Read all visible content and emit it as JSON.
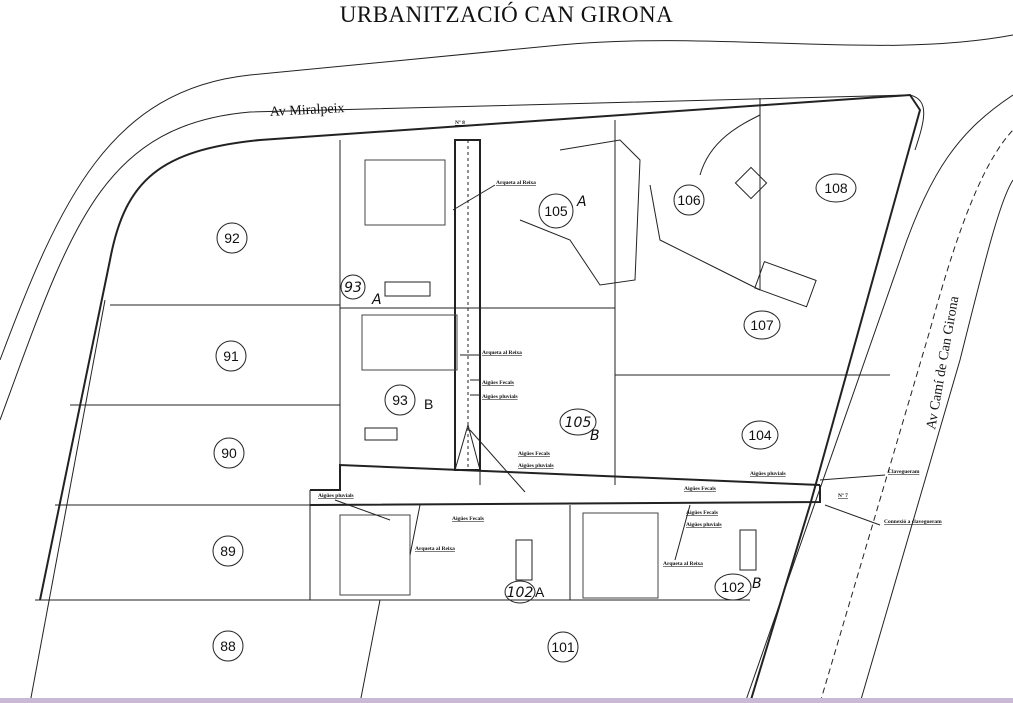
{
  "title": "URBANITZACIÓ CAN GIRONA",
  "streets": {
    "north": "Av Miralpeix",
    "east": "Av Camí de Can Girona"
  },
  "lots": [
    {
      "id": "92",
      "suffix": ""
    },
    {
      "id": "91",
      "suffix": ""
    },
    {
      "id": "90",
      "suffix": ""
    },
    {
      "id": "89",
      "suffix": ""
    },
    {
      "id": "88",
      "suffix": ""
    },
    {
      "id": "93",
      "suffix": "A"
    },
    {
      "id": "93",
      "suffix": "B"
    },
    {
      "id": "105",
      "suffix": "A"
    },
    {
      "id": "105",
      "suffix": "B"
    },
    {
      "id": "106",
      "suffix": ""
    },
    {
      "id": "108",
      "suffix": ""
    },
    {
      "id": "107",
      "suffix": ""
    },
    {
      "id": "104",
      "suffix": ""
    },
    {
      "id": "102",
      "suffix": "A"
    },
    {
      "id": "102",
      "suffix": "B"
    },
    {
      "id": "101",
      "suffix": ""
    }
  ],
  "notes": {
    "arqueta": "Arqueta al Reixa",
    "fecals": "Aigües Fecals",
    "pluvials": "Aigües pluvials",
    "clavegueram": "Clavegueram",
    "connexio": "Connexió a clavegueram",
    "n7": "Nº 7",
    "n8": "Nº 8"
  }
}
